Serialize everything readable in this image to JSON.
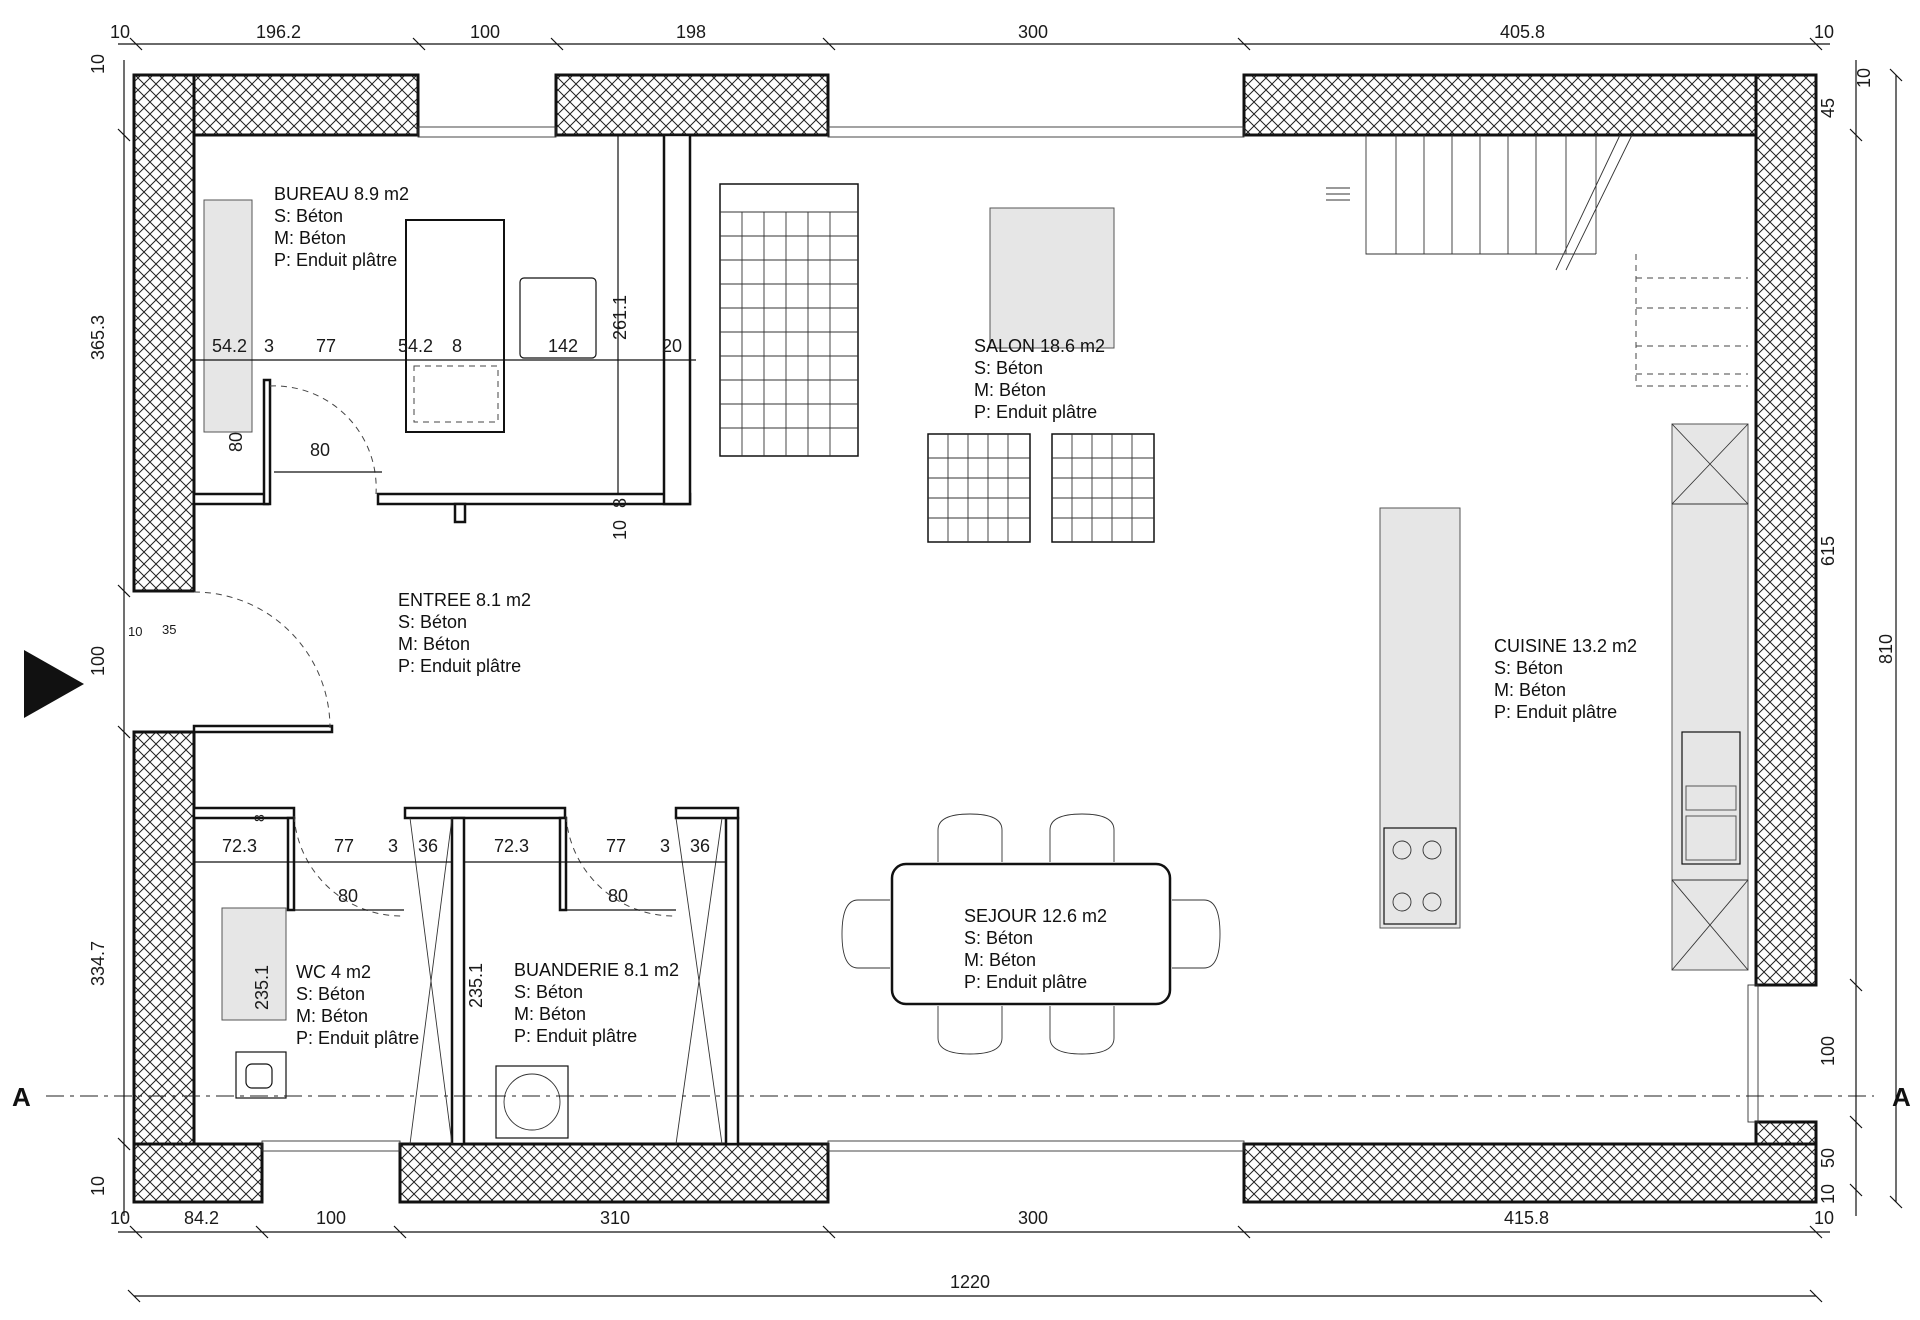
{
  "plan": {
    "rooms": {
      "bureau": {
        "name": "BUREAU 8.9 m2",
        "sol": "S: Béton",
        "mur": "M: Béton",
        "plafond": "P: Enduit plâtre"
      },
      "salon": {
        "name": "SALON 18.6 m2",
        "sol": "S: Béton",
        "mur": "M: Béton",
        "plafond": "P: Enduit plâtre"
      },
      "entree": {
        "name": "ENTREE 8.1 m2",
        "sol": "S: Béton",
        "mur": "M: Béton",
        "plafond": "P: Enduit plâtre"
      },
      "cuisine": {
        "name": "CUISINE 13.2 m2",
        "sol": "S: Béton",
        "mur": "M: Béton",
        "plafond": "P: Enduit plâtre"
      },
      "wc": {
        "name": "WC 4 m2",
        "sol": "S: Béton",
        "mur": "M: Béton",
        "plafond": "P: Enduit plâtre"
      },
      "buanderie": {
        "name": "BUANDERIE 8.1 m2",
        "sol": "S: Béton",
        "mur": "M: Béton",
        "plafond": "P: Enduit plâtre"
      },
      "sejour": {
        "name": "SEJOUR 12.6 m2",
        "sol": "S: Béton",
        "mur": "M: Béton",
        "plafond": "P: Enduit plâtre"
      }
    },
    "dimensions": {
      "top": [
        "10",
        "196.2",
        "100",
        "198",
        "300",
        "405.8",
        "10"
      ],
      "bottom": [
        "10",
        "84.2",
        "100",
        "310",
        "300",
        "415.8",
        "10"
      ],
      "total_width": "1220",
      "left": [
        "10",
        "365.3",
        "100",
        "334.7",
        "10"
      ],
      "left_small": [
        "10",
        "35"
      ],
      "right": [
        "10",
        "45",
        "615",
        "100",
        "50",
        "10"
      ],
      "total_height": "810",
      "bureau_row": [
        "54.2",
        "3",
        "77",
        "54.2",
        "8",
        "142",
        "20"
      ],
      "bureau_misc": [
        "261.1",
        "80",
        "80",
        "8",
        "10"
      ],
      "wc_row": [
        "72.3",
        "77",
        "3",
        "36"
      ],
      "buanderie_row": [
        "72.3",
        "77",
        "3",
        "36"
      ],
      "wc_misc": [
        "8",
        "80",
        "235.1"
      ],
      "buanderie_misc": [
        "80",
        "235.1"
      ]
    },
    "section_mark": "A"
  }
}
